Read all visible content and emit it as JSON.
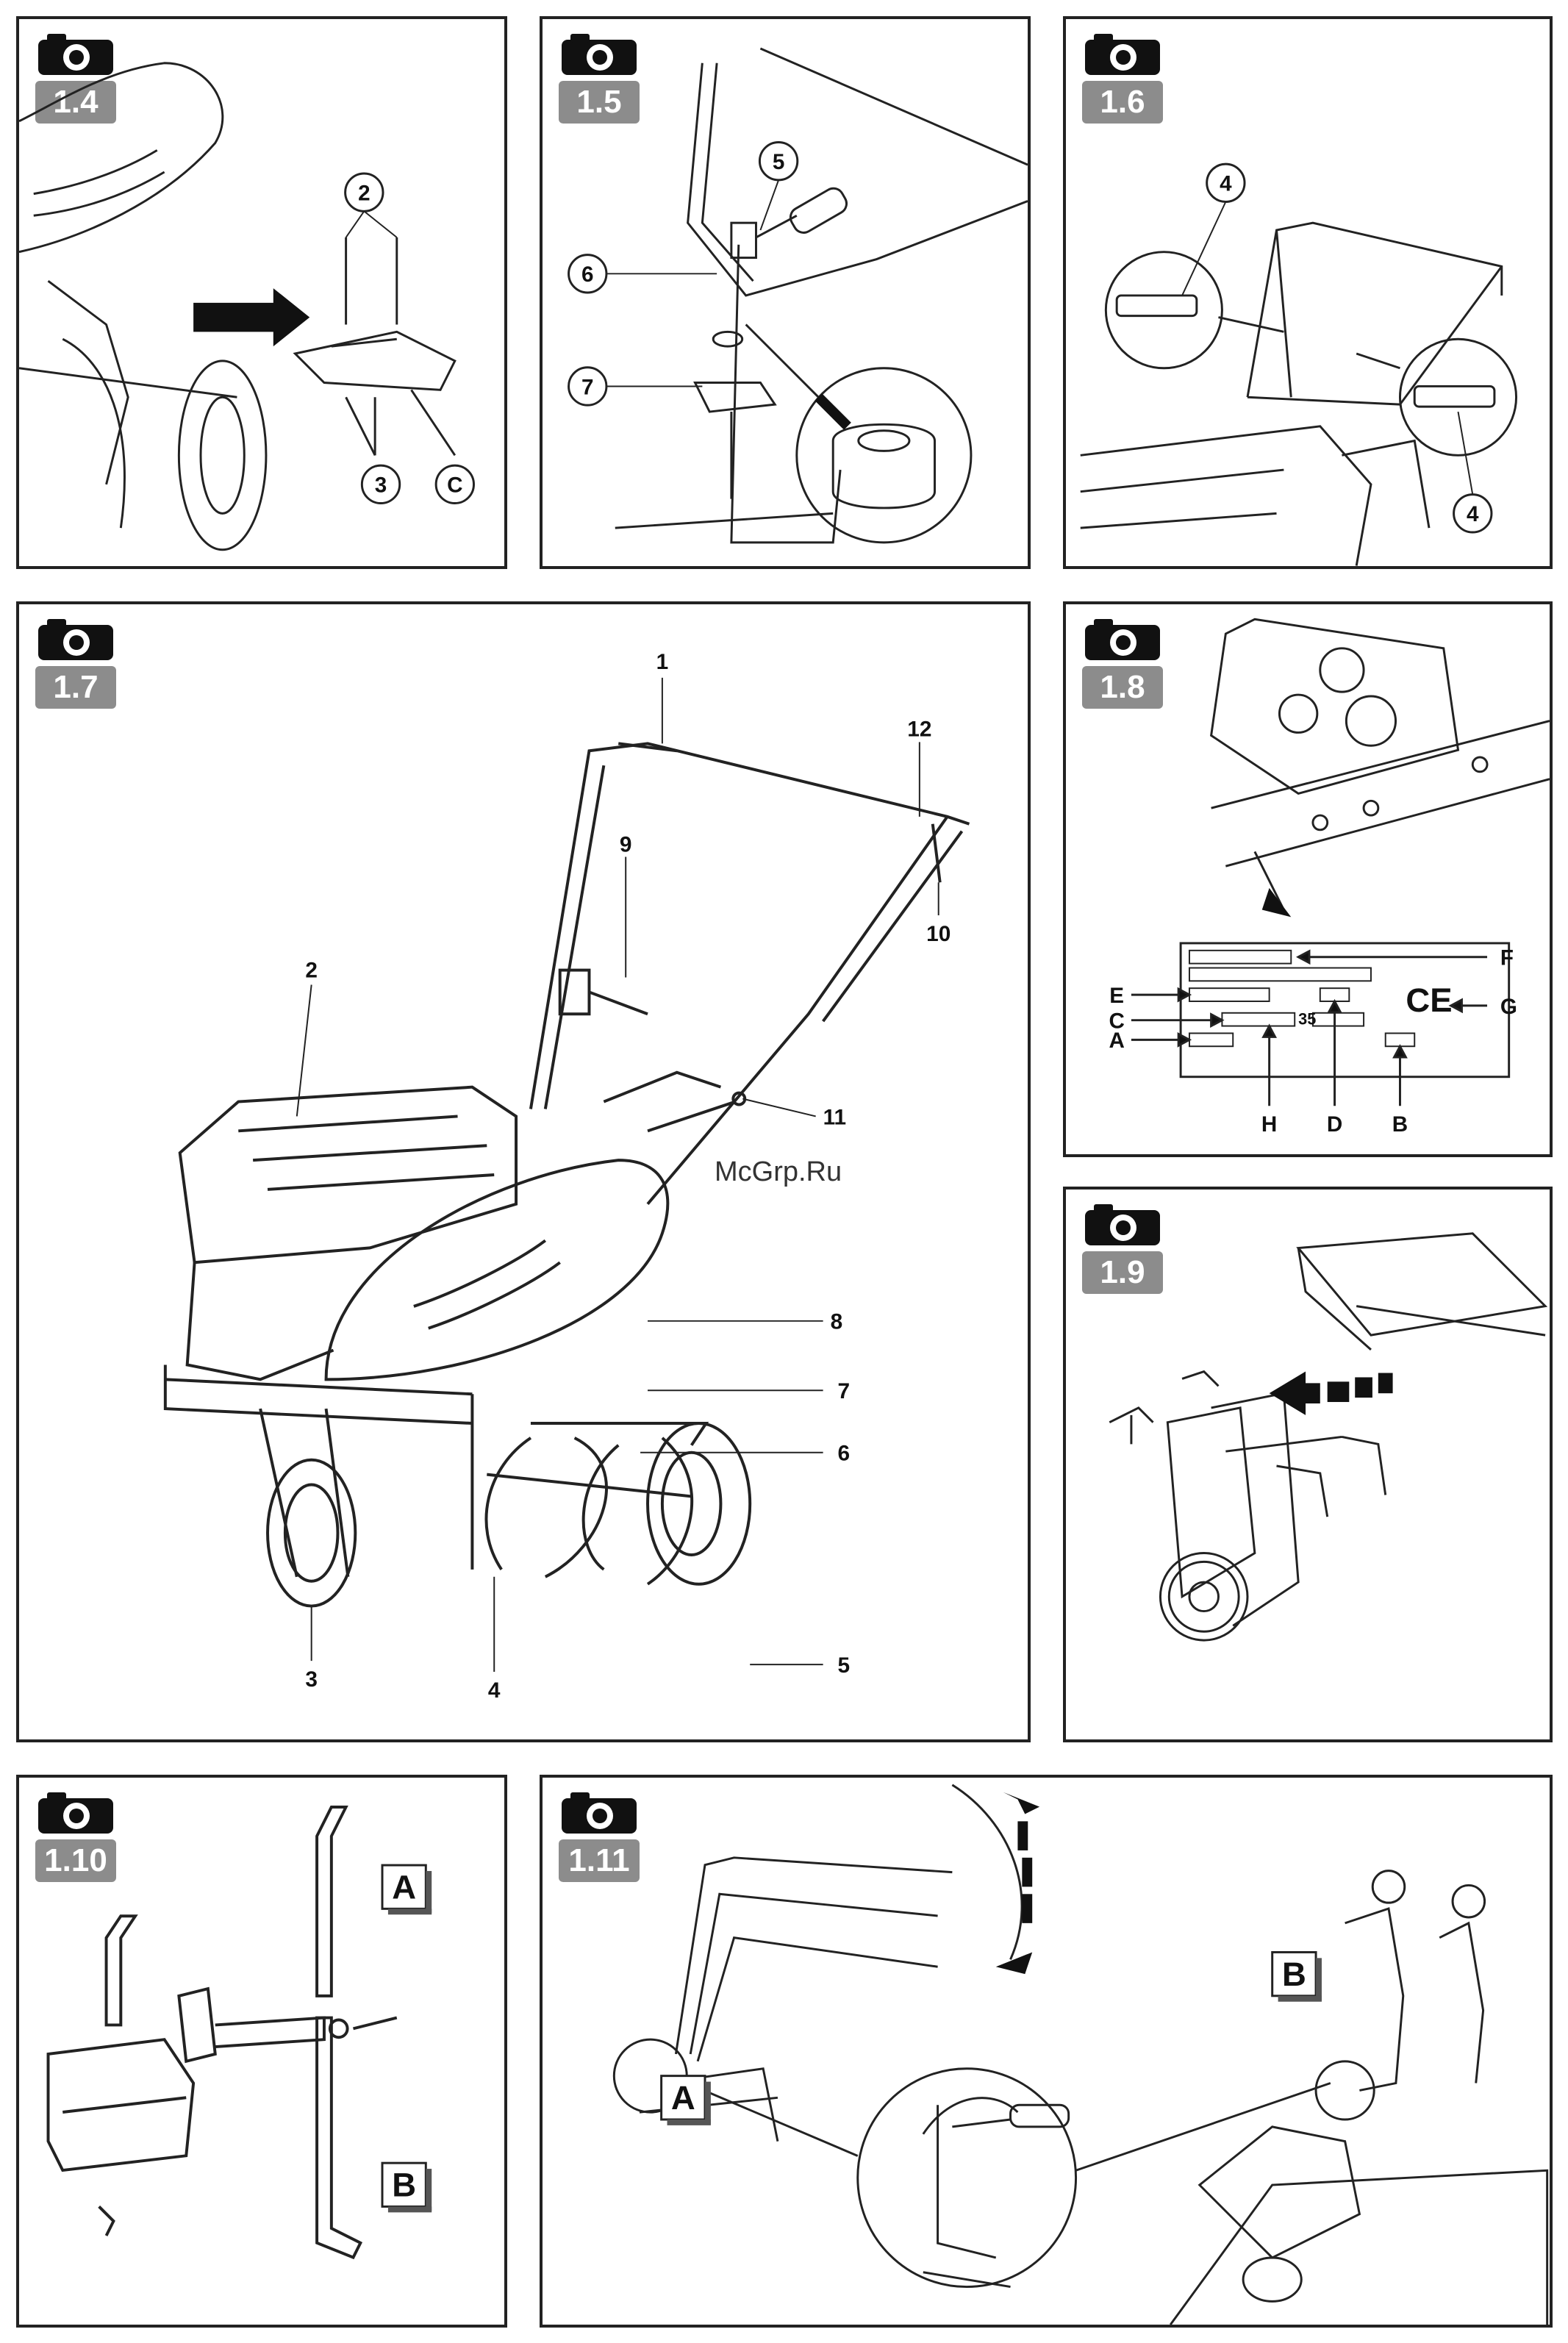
{
  "figures": {
    "f14": {
      "number": "1.4",
      "callouts": [
        "2",
        "3",
        "C"
      ]
    },
    "f15": {
      "number": "1.5",
      "callouts": [
        "5",
        "6",
        "7"
      ]
    },
    "f16": {
      "number": "1.6",
      "callouts": [
        "4",
        "4"
      ]
    },
    "f17": {
      "number": "1.7",
      "callouts": [
        "1",
        "2",
        "3",
        "4",
        "5",
        "6",
        "7",
        "8",
        "9",
        "10",
        "11",
        "12"
      ]
    },
    "f18": {
      "number": "1.8",
      "callouts": [
        "A",
        "B",
        "C",
        "D",
        "E",
        "F",
        "G",
        "H"
      ],
      "plate_value": "35",
      "ce_mark": "CE"
    },
    "f19": {
      "number": "1.9"
    },
    "f110": {
      "number": "1.10",
      "callouts": [
        "A",
        "B"
      ]
    },
    "f111": {
      "number": "1.11",
      "callouts": [
        "A",
        "B"
      ]
    }
  },
  "watermark": "McGrp.Ru",
  "colors": {
    "line": "#222222",
    "badge": "#8c8c8c",
    "paper": "#ffffff"
  }
}
